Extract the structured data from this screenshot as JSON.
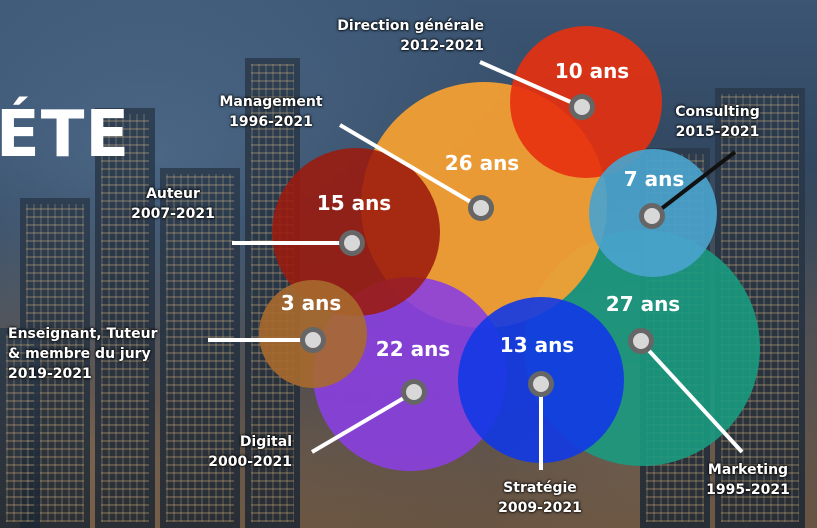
{
  "title_fragment": "ÉTE",
  "segments": [
    {
      "id": "marketing",
      "years_label": "27 ans",
      "name": "Marketing",
      "period": "1995-2021",
      "color": "#1a9a80"
    },
    {
      "id": "management",
      "years_label": "26 ans",
      "name": "Management",
      "period": "1996-2021",
      "color": "#f6a031"
    },
    {
      "id": "direction",
      "years_label": "10 ans",
      "name": "Direction générale",
      "period": "2012-2021",
      "color": "#e8300e"
    },
    {
      "id": "consulting",
      "years_label": "7 ans",
      "name": "Consulting",
      "period": "2015-2021",
      "color": "#4aa3cc"
    },
    {
      "id": "auteur",
      "years_label": "15 ans",
      "name": "Auteur",
      "period": "2007-2021",
      "color": "#9c1a0e"
    },
    {
      "id": "enseignant",
      "years_label": "3 ans",
      "name_lines": [
        "Enseignant, Tuteur",
        "& membre du jury"
      ],
      "period": "2019-2021",
      "color": "#a8692e"
    },
    {
      "id": "digital",
      "years_label": "22 ans",
      "name": "Digital",
      "period": "2000-2021",
      "color": "#8a3fe0"
    },
    {
      "id": "strategie",
      "years_label": "13 ans",
      "name": "Stratégie",
      "period": "2009-2021",
      "color": "#1138e6"
    }
  ]
}
